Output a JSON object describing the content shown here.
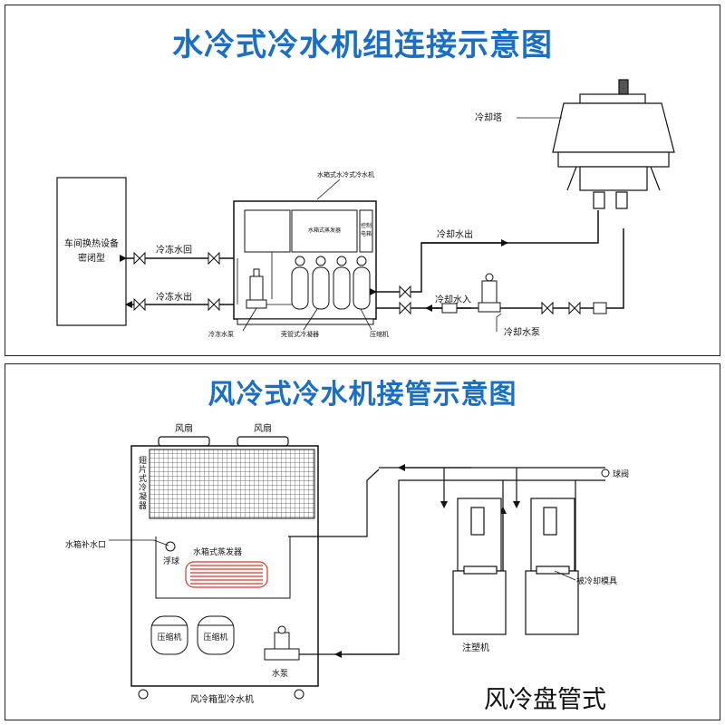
{
  "top": {
    "title": "水冷式冷水机组连接示意图",
    "labels": {
      "cooling_tower": "冷却塔",
      "unit": "水箱式水冷式冷水机",
      "evaporator": "水箱式蒸发器",
      "control_box_1": "控制",
      "control_box_2": "电箱",
      "workshop_1": "车间换热设备",
      "workshop_2": "密闭型",
      "chilled_return": "冷冻水回",
      "chilled_out": "冷冻水出",
      "cooling_out": "冷却水出",
      "cooling_in": "冷却水入",
      "chilled_pump": "冷冻水泵",
      "condenser": "壳管式冷凝器",
      "compressor": "压缩机",
      "cooling_pump": "冷却水泵"
    }
  },
  "bottom": {
    "title": "风冷式冷水机接管示意图",
    "labels": {
      "fan_1": "风扇",
      "fan_2": "风扇",
      "fin_condenser": "翅片式冷凝器",
      "makeup": "水箱补水口",
      "float": "浮球",
      "evaporator": "水箱式蒸发器",
      "compressor_1": "压缩机",
      "compressor_2": "压缩机",
      "pump": "水泵",
      "unit": "风冷箱型冷水机",
      "ball_valve": "球阀",
      "mold": "被冷却模具",
      "injection": "注塑机",
      "coil_type": "风冷盘管式"
    }
  },
  "colors": {
    "title": "#1a6fc4",
    "coil": "#d9342b",
    "line": "#111111"
  }
}
